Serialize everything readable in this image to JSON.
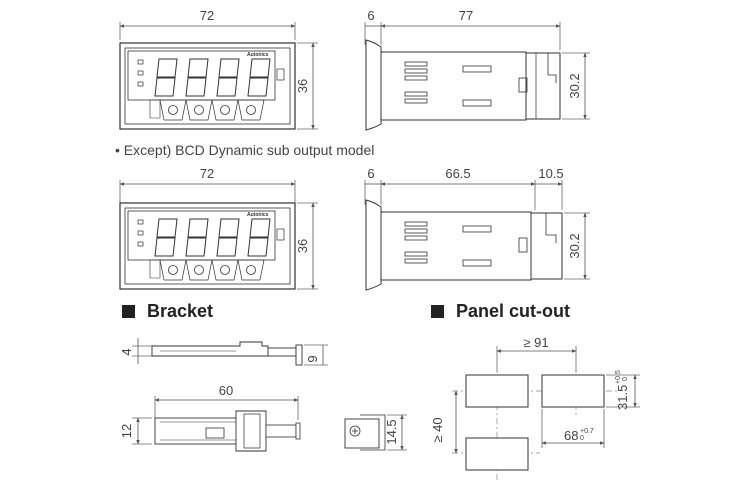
{
  "front_top": {
    "width": "72",
    "height": "36"
  },
  "side_top": {
    "bezel": "6",
    "depth": "77",
    "height": "30.2"
  },
  "note": "• Except) BCD Dynamic sub output model",
  "front_bottom": {
    "width": "72",
    "height": "36"
  },
  "side_bottom": {
    "bezel": "6",
    "depth": "66.5",
    "extra": "10.5",
    "height": "30.2"
  },
  "brand": "Autonics",
  "bracket": {
    "title": "Bracket",
    "dim_thickness": "4",
    "dim_height": "9",
    "dim_length": "60",
    "dim_width": "12",
    "dim_side": "14.5"
  },
  "cutout": {
    "title": "Panel cut-out",
    "dim_pitch_h": "≥ 91",
    "dim_pitch_v": "≥ 40",
    "dim_h": "31.5",
    "dim_h_tol_plus": "+0.5",
    "dim_h_tol_minus": "0",
    "dim_w": "68",
    "dim_w_tol_plus": "+0.7",
    "dim_w_tol_minus": "0"
  },
  "colors": {
    "line": "#333333",
    "dim_line": "#555555",
    "body": "#e8e8e8"
  }
}
